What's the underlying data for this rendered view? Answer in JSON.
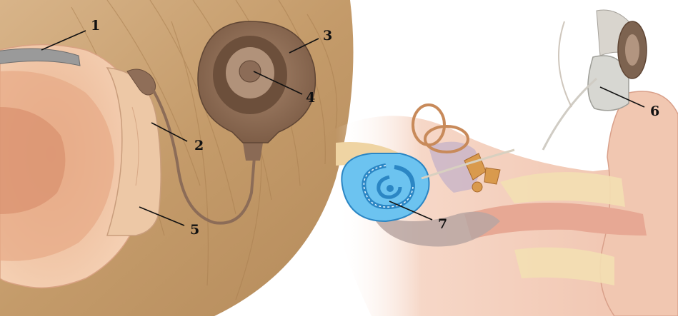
{
  "figure": {
    "labels": [
      {
        "id": "1",
        "text": "1"
      },
      {
        "id": "2",
        "text": "2"
      },
      {
        "id": "3",
        "text": "3"
      },
      {
        "id": "4",
        "text": "4"
      },
      {
        "id": "5",
        "text": "5"
      },
      {
        "id": "6",
        "text": "6"
      },
      {
        "id": "7",
        "text": "7"
      }
    ],
    "colors": {
      "hair": "#C9A273",
      "skin": "#F0C7A6",
      "device": "#8E6C55",
      "cochlea": "#3FA6E0",
      "bone": "#F2DFB0",
      "tissue": "#F3C9B6"
    }
  }
}
